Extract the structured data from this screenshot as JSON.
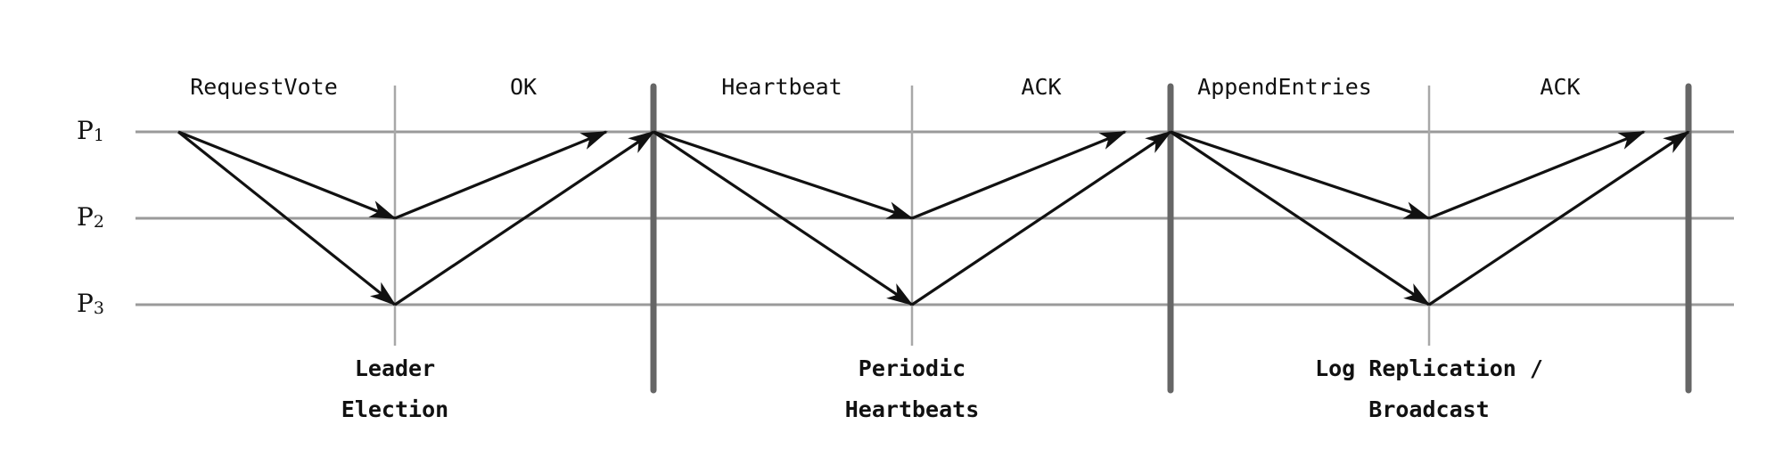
{
  "processes": [
    {
      "id": "p1",
      "letter": "P",
      "sub": "1"
    },
    {
      "id": "p2",
      "letter": "P",
      "sub": "2"
    },
    {
      "id": "p3",
      "letter": "P",
      "sub": "3"
    }
  ],
  "phases": [
    {
      "id": "election",
      "send_label": "RequestVote",
      "reply_label": "OK",
      "caption_line1": "Leader",
      "caption_line2": "Election"
    },
    {
      "id": "heartbeats",
      "send_label": "Heartbeat",
      "reply_label": "ACK",
      "caption_line1": "Periodic",
      "caption_line2": "Heartbeats"
    },
    {
      "id": "replication",
      "send_label": "AppendEntries",
      "reply_label": "ACK",
      "caption_line1": "Log Replication /",
      "caption_line2": "Broadcast"
    }
  ],
  "colors": {
    "timeline": "#9a9a9a",
    "separator": "#666666",
    "arrow": "#111111",
    "text": "#111111"
  }
}
